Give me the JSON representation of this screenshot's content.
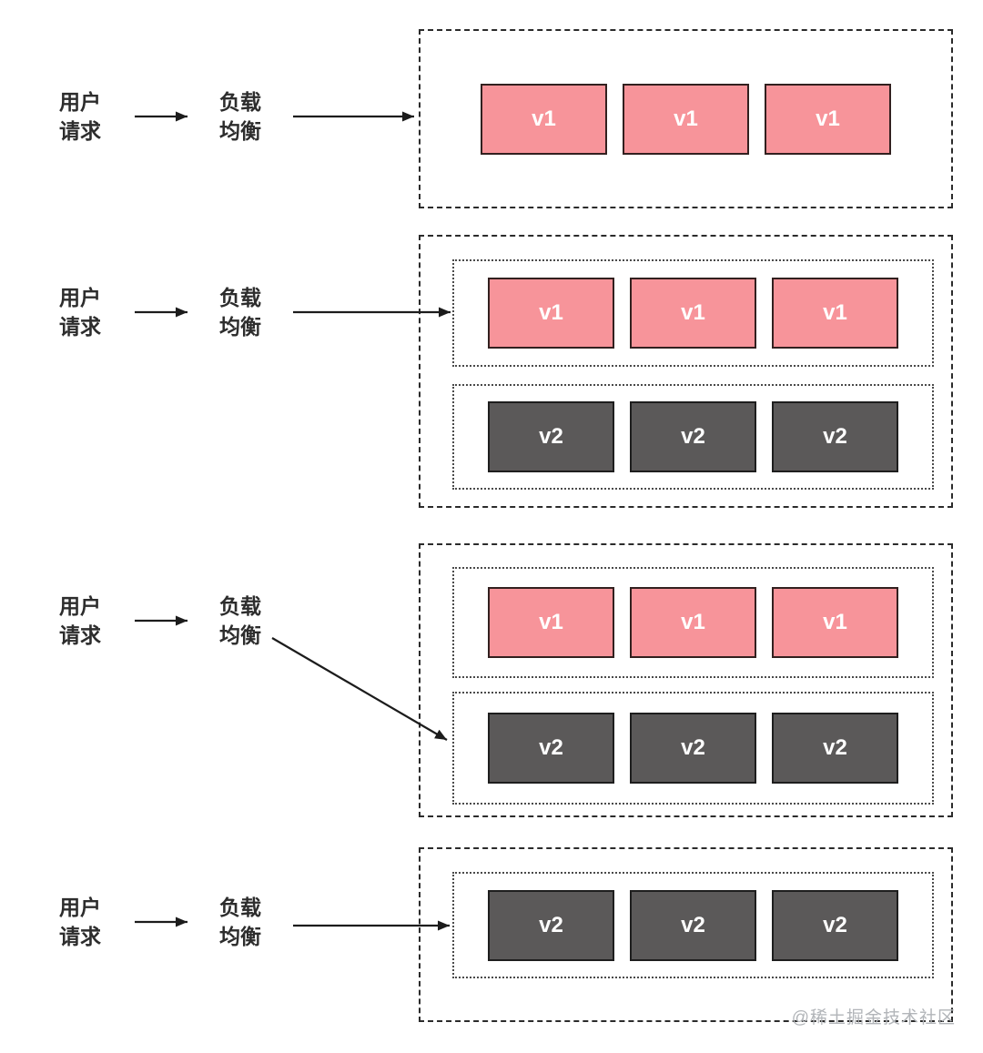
{
  "flow_labels": {
    "user": [
      "用户",
      "请求"
    ],
    "load_balancer": [
      "负载",
      "均衡"
    ]
  },
  "stages": [
    {
      "arrow_points_to": "v1",
      "rows": [
        {
          "version": "v1",
          "nodes": [
            "v1",
            "v1",
            "v1"
          ]
        }
      ]
    },
    {
      "arrow_points_to": "v1",
      "rows": [
        {
          "version": "v1",
          "nodes": [
            "v1",
            "v1",
            "v1"
          ]
        },
        {
          "version": "v2",
          "nodes": [
            "v2",
            "v2",
            "v2"
          ]
        }
      ]
    },
    {
      "arrow_points_to": "v2",
      "rows": [
        {
          "version": "v1",
          "nodes": [
            "v1",
            "v1",
            "v1"
          ]
        },
        {
          "version": "v2",
          "nodes": [
            "v2",
            "v2",
            "v2"
          ]
        }
      ]
    },
    {
      "arrow_points_to": "v2",
      "rows": [
        {
          "version": "v2",
          "nodes": [
            "v2",
            "v2",
            "v2"
          ]
        }
      ]
    }
  ],
  "colors": {
    "v1_fill": "#f7949a",
    "v2_fill": "#5b5959",
    "arrow": "#1c1c1c",
    "label_text": "#2d2d2d",
    "watermark_text": "#b2b5b9"
  },
  "watermark": "@稀土掘金技术社区"
}
